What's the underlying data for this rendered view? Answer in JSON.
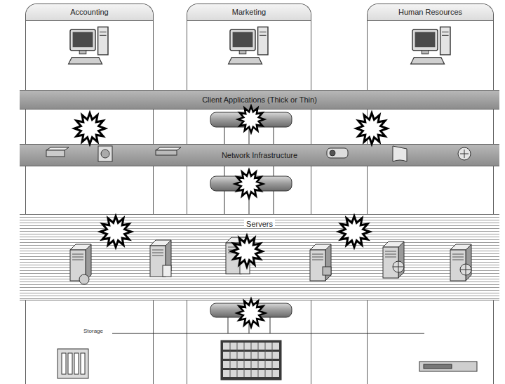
{
  "diagram": {
    "nodes": [
      {
        "text": [
          "Accounting"
        ]
      },
      {
        "text": [
          "Marketing"
        ]
      },
      {
        "text": [
          "Human Resources"
        ]
      },
      {
        "text": [
          "Client Applications (Thick or Thin)"
        ]
      },
      {
        "text": [
          "Network Infrastructure"
        ]
      },
      {
        "text": [
          "Servers"
        ]
      }
    ],
    "labels": [
      "Storage"
    ]
  }
}
